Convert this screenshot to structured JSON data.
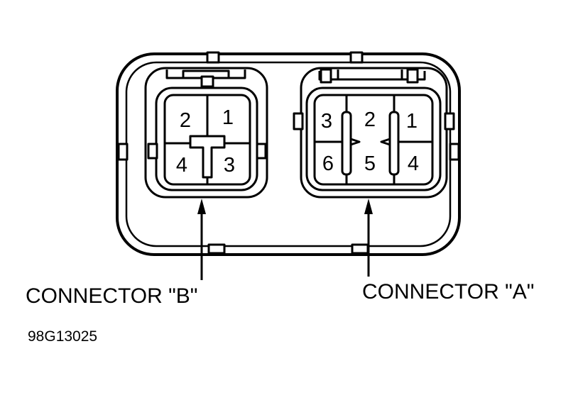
{
  "connector_b": {
    "label": "CONNECTOR \"B\"",
    "pins": [
      "2",
      "1",
      "4",
      "3"
    ]
  },
  "connector_a": {
    "label": "CONNECTOR \"A\"",
    "pins": [
      "3",
      "2",
      "1",
      "6",
      "5",
      "4"
    ]
  },
  "figure_code": "98G13025",
  "colors": {
    "stroke": "#000000",
    "background": "#ffffff"
  }
}
